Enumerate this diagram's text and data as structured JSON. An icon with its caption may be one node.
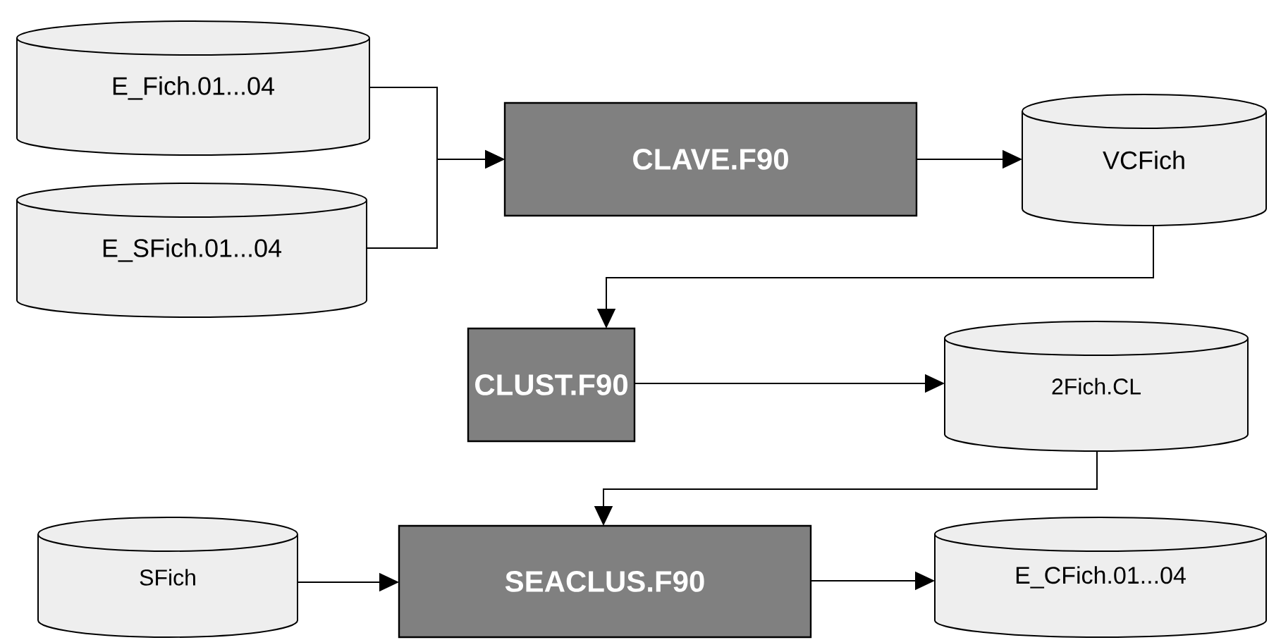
{
  "diagram": {
    "nodes": [
      {
        "text": [
          "E_Fich.01...04"
        ]
      },
      {
        "text": [
          "CLAVE.F90"
        ]
      },
      {
        "text": [
          "VCFich"
        ]
      },
      {
        "text": [
          "E_SFich.01...04"
        ]
      },
      {
        "text": [
          "CLUST.F90"
        ]
      },
      {
        "text": [
          "2Fich.CL"
        ]
      },
      {
        "text": [
          "SFich"
        ]
      },
      {
        "text": [
          "SEACLUS.F90"
        ]
      },
      {
        "text": [
          "E_CFich.01...04"
        ]
      }
    ],
    "edges": [
      {
        "from": 0,
        "to": 1,
        "arrow": "to"
      },
      {
        "from": 3,
        "to": 1,
        "arrow": "to"
      },
      {
        "from": 1,
        "to": 2,
        "arrow": "to"
      },
      {
        "from": 2,
        "to": 4,
        "arrow": "to"
      },
      {
        "from": 4,
        "to": 5,
        "arrow": "to"
      },
      {
        "from": 5,
        "to": 7,
        "arrow": "to"
      },
      {
        "from": 6,
        "to": 7,
        "arrow": "to"
      },
      {
        "from": 7,
        "to": 8,
        "arrow": "to"
      }
    ]
  }
}
